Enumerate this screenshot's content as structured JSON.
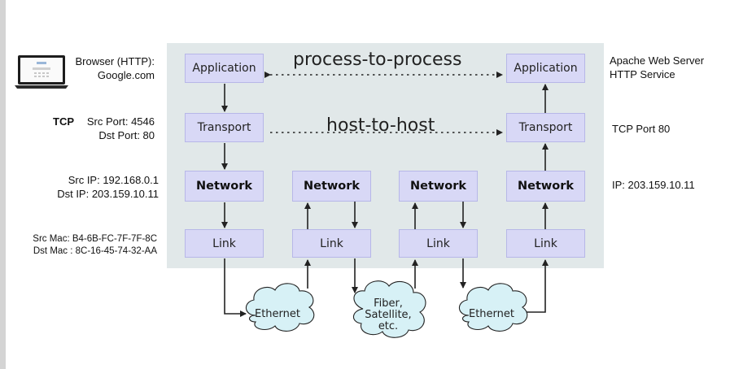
{
  "left": {
    "browser_line1": "Browser (HTTP):",
    "browser_line2": "Google.com",
    "tcp_tag": "TCP",
    "src_port": "Src Port: 4546",
    "dst_port": "Dst Port: 80",
    "src_ip": "Src IP: 192.168.0.1",
    "dst_ip": "Dst IP: 203.159.10.11",
    "src_mac": "Src Mac: B4-6B-FC-7F-7F-8C",
    "dst_mac": "Dst Mac : 8C-16-45-74-32-AA"
  },
  "right": {
    "server_line1": "Apache Web Server",
    "server_line2": "HTTP Service",
    "tcp_port": "TCP Port 80",
    "ip": "IP: 203.159.10.11"
  },
  "stack": {
    "application": "Application",
    "transport": "Transport",
    "network": "Network",
    "link": "Link"
  },
  "middle": {
    "process_to_process": "process-to-process",
    "host_to_host": "host-to-host"
  },
  "clouds": {
    "ethernet": "Ethernet",
    "fiber_line1": "Fiber,",
    "fiber_line2": "Satellite,",
    "fiber_line3": "etc."
  },
  "colors": {
    "panel": "#e1e8e9",
    "box": "#d8d8f6",
    "cloud": "#d7f1f6"
  }
}
